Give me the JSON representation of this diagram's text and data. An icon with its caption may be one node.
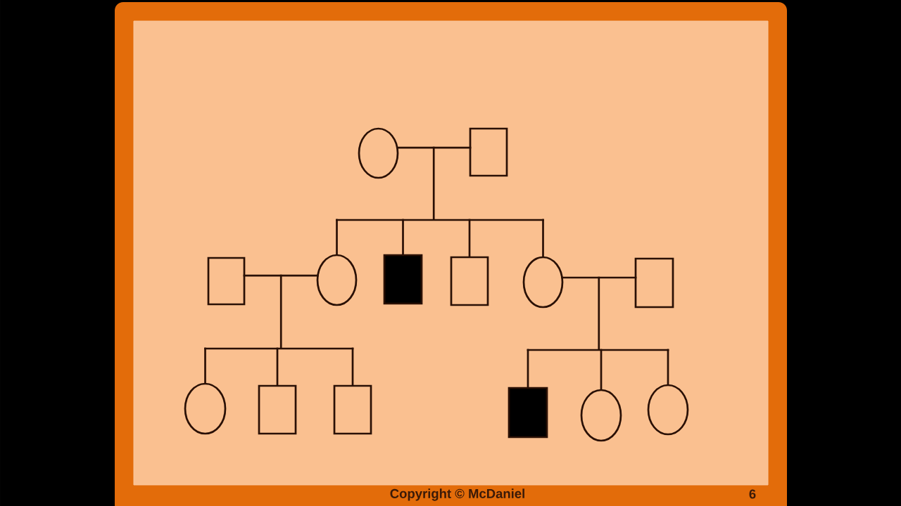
{
  "diagram": {
    "nodes": [
      {
        "text": [],
        "shape": "circle"
      },
      {
        "text": [],
        "shape": "box"
      },
      {
        "text": [],
        "shape": "box"
      },
      {
        "text": [],
        "shape": "circle"
      },
      {
        "text": [],
        "shape": "block"
      },
      {
        "text": [],
        "shape": "box"
      },
      {
        "text": [],
        "shape": "circle"
      },
      {
        "text": [],
        "shape": "box"
      },
      {
        "text": [],
        "shape": "circle"
      },
      {
        "text": [],
        "shape": "box"
      },
      {
        "text": [],
        "shape": "box"
      },
      {
        "text": [],
        "shape": "block"
      },
      {
        "text": [],
        "shape": "circle"
      },
      {
        "text": [],
        "shape": "circle"
      }
    ],
    "edges": [
      {
        "from": 0,
        "to": 1,
        "arrow": "none"
      },
      {
        "from": 0,
        "to": 3,
        "arrow": "none"
      },
      {
        "from": 0,
        "to": 4,
        "arrow": "none"
      },
      {
        "from": 0,
        "to": 5,
        "arrow": "none"
      },
      {
        "from": 0,
        "to": 6,
        "arrow": "none"
      },
      {
        "from": 1,
        "to": 3,
        "arrow": "none"
      },
      {
        "from": 1,
        "to": 4,
        "arrow": "none"
      },
      {
        "from": 1,
        "to": 5,
        "arrow": "none"
      },
      {
        "from": 1,
        "to": 6,
        "arrow": "none"
      },
      {
        "from": 2,
        "to": 3,
        "arrow": "none"
      },
      {
        "from": 2,
        "to": 8,
        "arrow": "none"
      },
      {
        "from": 2,
        "to": 9,
        "arrow": "none"
      },
      {
        "from": 2,
        "to": 10,
        "arrow": "none"
      },
      {
        "from": 3,
        "to": 8,
        "arrow": "none"
      },
      {
        "from": 3,
        "to": 9,
        "arrow": "none"
      },
      {
        "from": 3,
        "to": 10,
        "arrow": "none"
      },
      {
        "from": 6,
        "to": 7,
        "arrow": "none"
      },
      {
        "from": 6,
        "to": 11,
        "arrow": "none"
      },
      {
        "from": 6,
        "to": 12,
        "arrow": "none"
      },
      {
        "from": 6,
        "to": 13,
        "arrow": "none"
      },
      {
        "from": 7,
        "to": 11,
        "arrow": "none"
      },
      {
        "from": 7,
        "to": 12,
        "arrow": "none"
      },
      {
        "from": 7,
        "to": 13,
        "arrow": "none"
      }
    ],
    "labels": [
      "Copyright © McDaniel",
      "6"
    ]
  }
}
